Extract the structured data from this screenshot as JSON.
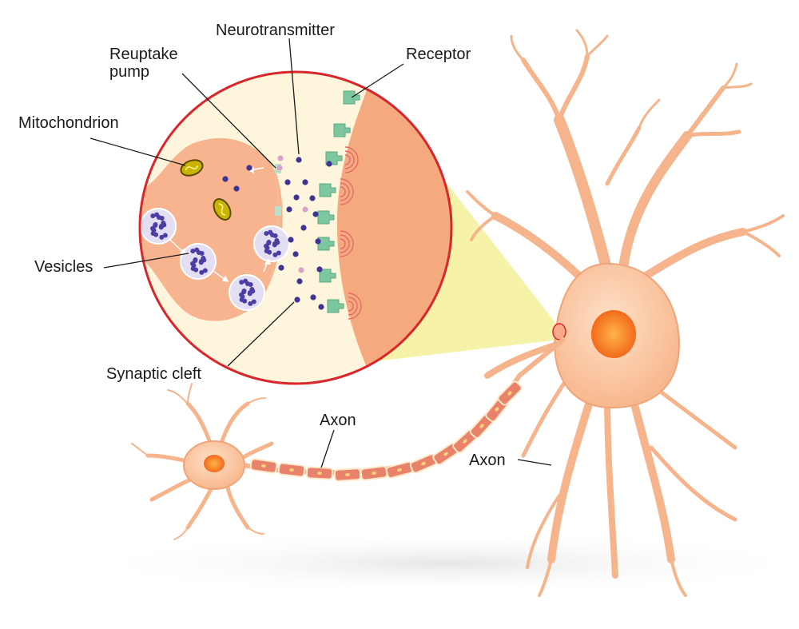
{
  "labels": {
    "neurotransmitter": "Neurotransmitter",
    "reuptake_pump": "Reuptake\npump",
    "receptor": "Receptor",
    "mitochondrion": "Mitochondrion",
    "vesicles": "Vesicles",
    "synaptic_cleft": "Synaptic cleft",
    "axon_small": "Axon",
    "axon_large": "Axon"
  },
  "colors": {
    "cell_fill": "#fbc9a6",
    "cell_stroke": "#e8956a",
    "nucleus": "#f26a1b",
    "nucleus_center": "#ffb347",
    "magnifier_ring": "#d9262a",
    "cleft_bg": "#fdf6dd",
    "postsynaptic": "#f4a97e",
    "beam": "#f5f19a",
    "vesicle_fill": "#e3def1",
    "vesicle_dot": "#4b3fa3",
    "receptor": "#7cc7a0",
    "mitochondrion_fill": "#c9b400",
    "neurotransmitter_purple": "#3f3496",
    "neurotransmitter_pink": "#d9a3c8"
  },
  "icons": {
    "neuron_large": "neuron-icon",
    "neuron_small": "neuron-icon",
    "magnifier": "magnifier-circle"
  }
}
